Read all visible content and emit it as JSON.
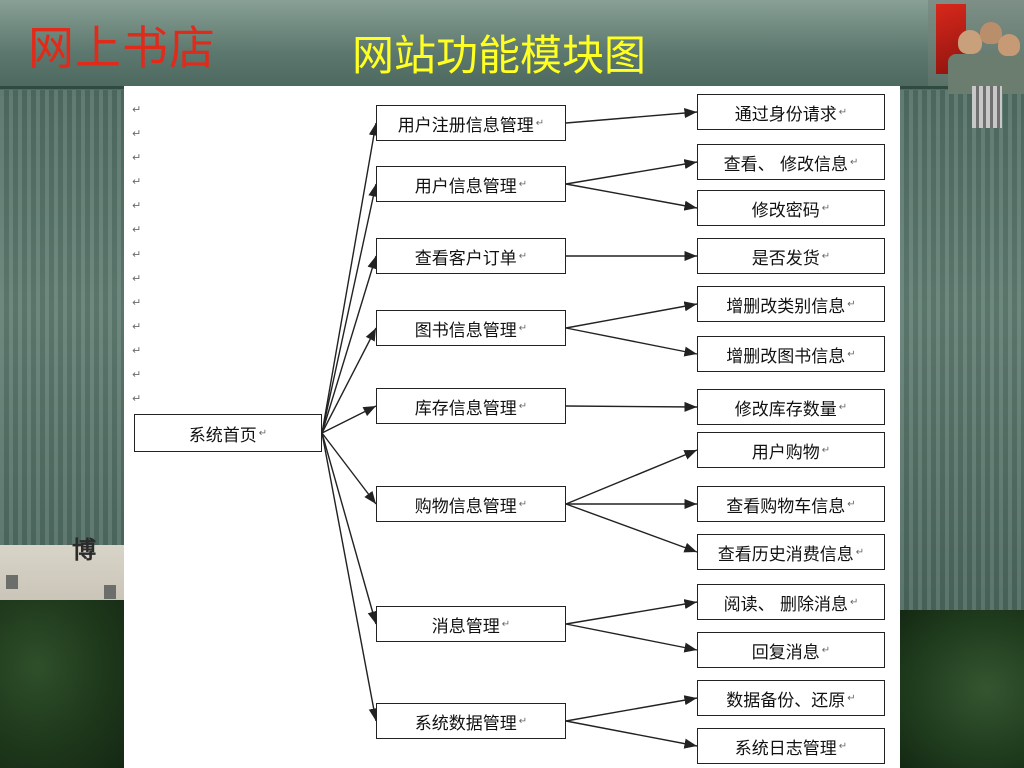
{
  "header": {
    "brand": "网上书店",
    "title": "网站功能模块图"
  },
  "background": {
    "building_glyph": "博"
  },
  "diagram": {
    "return_mark": "↵",
    "root": "系统首页",
    "modules": [
      {
        "label": "用户注册信息管理",
        "children": [
          "通过身份请求"
        ]
      },
      {
        "label": "用户信息管理",
        "children": [
          "查看、 修改信息",
          "修改密码"
        ]
      },
      {
        "label": "查看客户订单",
        "children": [
          "是否发货"
        ]
      },
      {
        "label": "图书信息管理",
        "children": [
          "增删改类别信息",
          "增删改图书信息"
        ]
      },
      {
        "label": "库存信息管理",
        "children": [
          "修改库存数量"
        ]
      },
      {
        "label": "购物信息管理",
        "children": [
          "用户购物",
          "查看购物车信息",
          "查看历史消费信息"
        ]
      },
      {
        "label": "消息管理",
        "children": [
          "阅读、 删除消息",
          "回复消息"
        ]
      },
      {
        "label": "系统数据管理",
        "children": [
          "数据备份、还原",
          "系统日志管理"
        ]
      }
    ]
  },
  "colors": {
    "brand": "#e02a1a",
    "title": "#ffff22",
    "line": "#222222"
  }
}
